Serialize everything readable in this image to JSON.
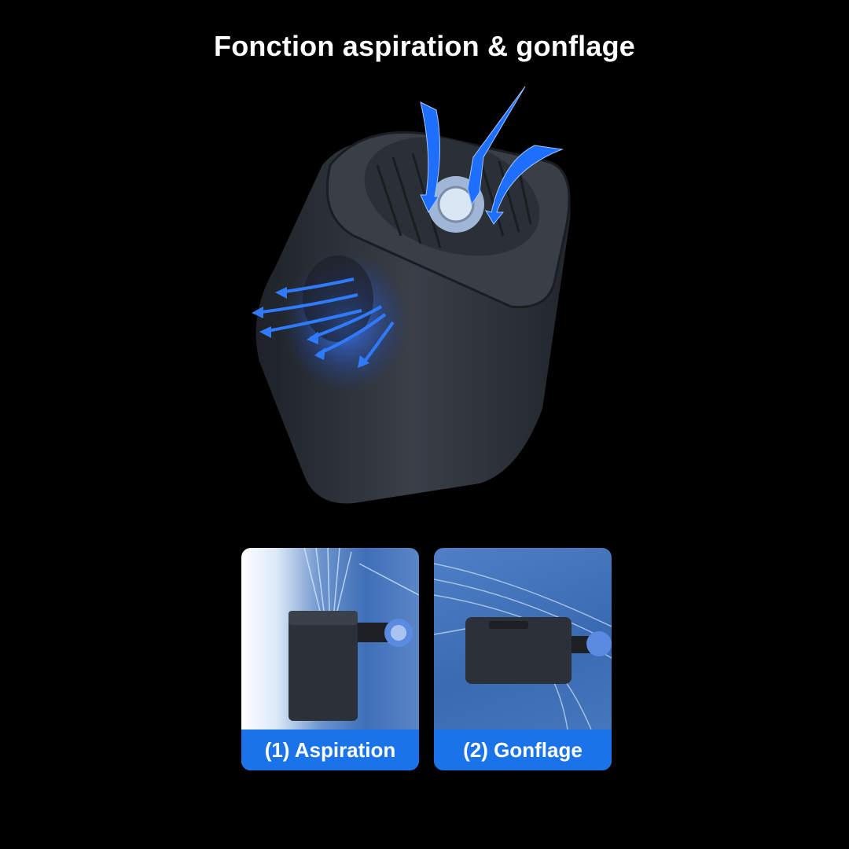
{
  "header": {
    "title": "Fonction aspiration & gonflage"
  },
  "hero": {
    "description": "Portable air pump with blue airflow arrows entering top grille and exiting side port",
    "arrow_color": "#1f6fff",
    "body_color": "#2c3038"
  },
  "modes": [
    {
      "label": "(1) Aspiration",
      "mode": "suction"
    },
    {
      "label": "(2) Gonflage",
      "mode": "inflation"
    }
  ],
  "colors": {
    "background": "#000000",
    "label_bar": "#1a73e8",
    "title": "#ffffff"
  }
}
